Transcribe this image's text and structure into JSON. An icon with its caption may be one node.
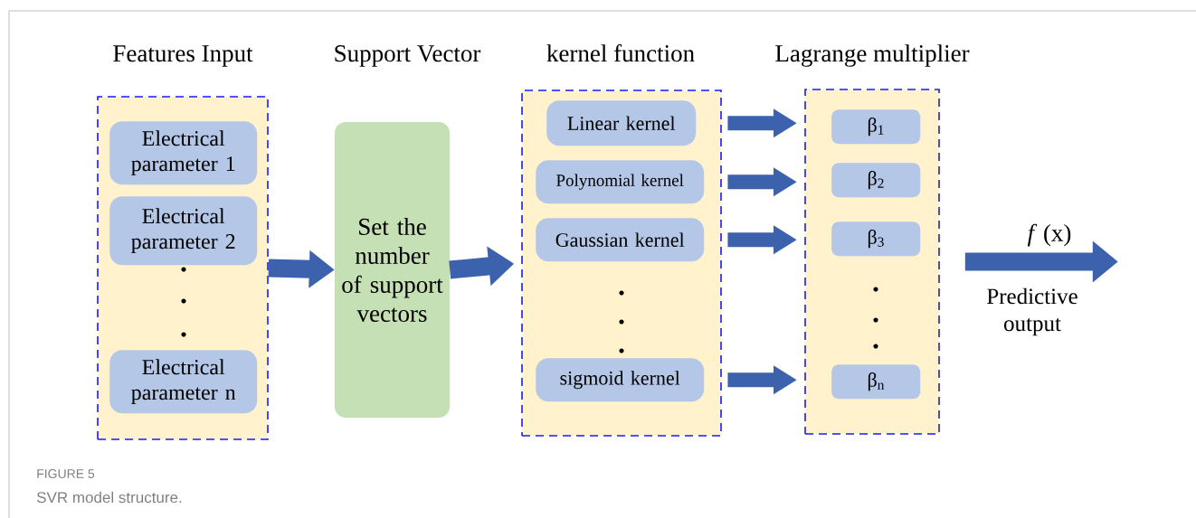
{
  "diagram": {
    "caption": "SVR model structure.",
    "nodes": [
      {
        "text": [
          "Features Input"
        ]
      },
      {
        "text": [
          "Electrical parameter 1"
        ],
        "in": 0
      },
      {
        "text": [
          "Electrical parameter 2"
        ],
        "in": 0
      },
      {
        "text": [
          "Electrical parameter n"
        ],
        "in": 0
      },
      {
        "text": [
          "Support Vector",
          "Set the number of support vectors"
        ]
      },
      {
        "text": [
          "kernel function"
        ]
      },
      {
        "text": [
          "Linear kernel"
        ],
        "in": 5
      },
      {
        "text": [
          "Polynomial kernel"
        ],
        "in": 5
      },
      {
        "text": [
          "Gaussian kernel"
        ],
        "in": 5
      },
      {
        "text": [
          "sigmoid kernel"
        ],
        "in": 5
      },
      {
        "text": [
          "Lagrange multiplier"
        ]
      },
      {
        "text": [
          "β$_{1}$"
        ],
        "in": 10
      },
      {
        "text": [
          "β$_{2}$"
        ],
        "in": 10
      },
      {
        "text": [
          "β$_{3}$"
        ],
        "in": 10
      },
      {
        "text": [
          "β$_{n}$"
        ],
        "in": 10
      }
    ],
    "edges": [
      {
        "from": 0,
        "to": 4,
        "arrow": "to"
      },
      {
        "from": 4,
        "to": 5,
        "arrow": "to"
      },
      {
        "from": 6,
        "to": 11,
        "arrow": "to"
      },
      {
        "from": 7,
        "to": 12,
        "arrow": "to"
      },
      {
        "from": 8,
        "to": 13,
        "arrow": "to"
      },
      {
        "from": 9,
        "to": 14,
        "arrow": "to"
      },
      {
        "from": 10,
        "to": null,
        "arrow": "to",
        "label": "*f* (x)"
      }
    ],
    "labels": [
      "Predictive output",
      "FIGURE 5"
    ]
  }
}
